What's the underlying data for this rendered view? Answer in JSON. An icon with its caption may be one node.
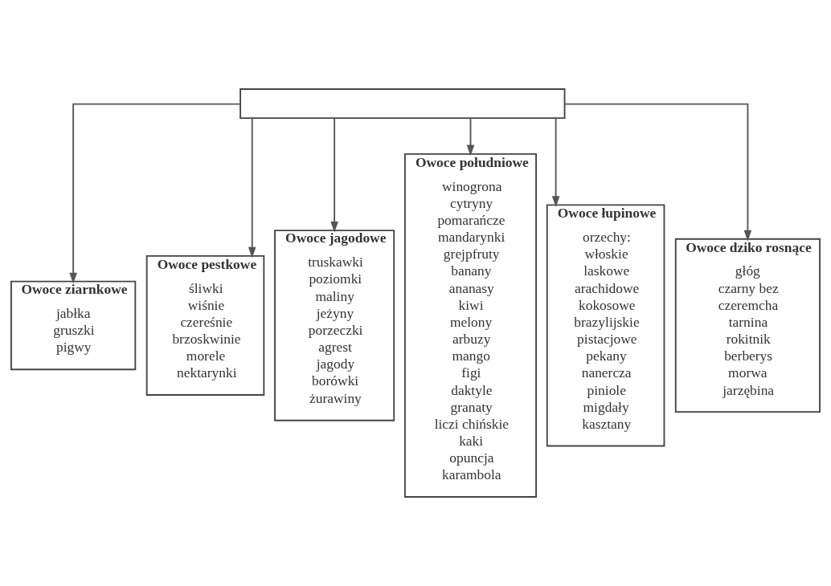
{
  "diagram": {
    "nodes": [
      {
        "text": [],
        "shape": "box"
      },
      {
        "text": [
          "Owoce ziarnkowe",
          "jabłka",
          "gruszki",
          "pigwy"
        ]
      },
      {
        "text": [
          "Owoce pestkowe",
          "śliwki",
          "wiśnie",
          "czereśnie",
          "brzoskwinie",
          "morele",
          "nektarynki"
        ]
      },
      {
        "text": [
          "Owoce jagodowe",
          "truskawki",
          "poziomki",
          "maliny",
          "jeżyny",
          "porzeczki",
          "agrest",
          "jagody",
          "borówki",
          "żurawiny"
        ]
      },
      {
        "text": [
          "Owoce południowe",
          "winogrona",
          "cytryny",
          "pomarańcze",
          "mandarynki",
          "grejpfruty",
          "banany",
          "ananasy",
          "kiwi",
          "melony",
          "arbuzy",
          "mango",
          "figi",
          "daktyle",
          "granaty",
          "liczi chińskie",
          "kaki",
          "opuncja",
          "karambola"
        ]
      },
      {
        "text": [
          "Owoce łupinowe",
          "orzechy:",
          "włoskie",
          "laskowe",
          "arachidowe",
          "kokosowe",
          "brazylijskie",
          "pistacjowe",
          "pekany",
          "nanercza",
          "piniole",
          "migdały",
          "kasztany"
        ]
      },
      {
        "text": [
          "Owoce dziko rosnące",
          "głóg",
          "czarny bez",
          "czeremcha",
          "tarnina",
          "rokitnik",
          "berberys",
          "morwa",
          "jarzębina"
        ]
      }
    ],
    "edges": [
      {
        "from": 0,
        "to": 1,
        "arrow": "to"
      },
      {
        "from": 0,
        "to": 2,
        "arrow": "to"
      },
      {
        "from": 0,
        "to": 3,
        "arrow": "to"
      },
      {
        "from": 0,
        "to": 4,
        "arrow": "to"
      },
      {
        "from": 0,
        "to": 5,
        "arrow": "to"
      },
      {
        "from": 0,
        "to": 6,
        "arrow": "to"
      }
    ]
  }
}
